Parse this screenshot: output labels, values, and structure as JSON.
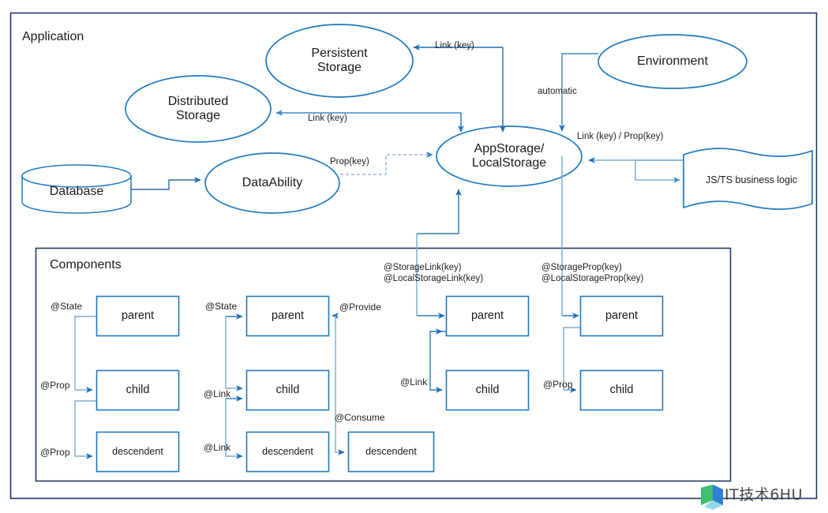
{
  "frames": {
    "application": "Application",
    "components": "Components"
  },
  "nodes": {
    "persistent_storage": "Persistent\nStorage",
    "distributed_storage": "Distributed\nStorage",
    "environment": "Environment",
    "app_storage": "AppStorage/\nLocalStorage",
    "database": "Database",
    "data_ability": "DataAbility",
    "business_logic": "JS/TS business logic"
  },
  "edge_labels": {
    "link_key_persistent": "Link (key)",
    "link_key_distributed": "Link (key)",
    "automatic": "automatic",
    "link_prop_key": "Link (key) / Prop(key)",
    "prop_key": "Prop(key)",
    "storage_link": "@StorageLink(key)\n@LocalStorageLink(key)",
    "storage_prop": "@StorageProp(key)\n@LocalStorageProp(key)"
  },
  "columns": [
    {
      "id": "col-state-prop",
      "boxes": [
        {
          "name": "parent",
          "label": "parent"
        },
        {
          "name": "child",
          "label": "child"
        },
        {
          "name": "descendent",
          "label": "descendent"
        }
      ],
      "decorators": [
        "@State",
        "@Prop",
        "@Prop"
      ]
    },
    {
      "id": "col-state-link",
      "boxes": [
        {
          "name": "parent",
          "label": "parent"
        },
        {
          "name": "child",
          "label": "child"
        },
        {
          "name": "descendent",
          "label": "descendent"
        }
      ],
      "decorators": [
        "@State",
        "@Link",
        "@Link"
      ]
    },
    {
      "id": "col-provide-consume",
      "boxes": [
        {
          "name": "descendent",
          "label": "descendent"
        }
      ],
      "decorators": [
        "@Provide",
        "@Consume"
      ]
    },
    {
      "id": "col-storage-link",
      "boxes": [
        {
          "name": "parent",
          "label": "parent"
        },
        {
          "name": "child",
          "label": "child"
        }
      ],
      "decorators": [
        "@Link"
      ]
    },
    {
      "id": "col-storage-prop",
      "boxes": [
        {
          "name": "parent",
          "label": "parent"
        },
        {
          "name": "child",
          "label": "child"
        }
      ],
      "decorators": [
        "@Prop"
      ]
    }
  ],
  "watermark": {
    "text": "IT技术6HU",
    "icon": "flag-logo-icon"
  },
  "colors": {
    "frame_stroke": "#1f3864",
    "node_stroke": "#1f7ac0",
    "box_stroke": "#1f7ac0",
    "arrow_strong": "#1c6eb4",
    "arrow_light": "#7aaed6",
    "text": "#1a1a1a",
    "background": "#ffffff"
  }
}
